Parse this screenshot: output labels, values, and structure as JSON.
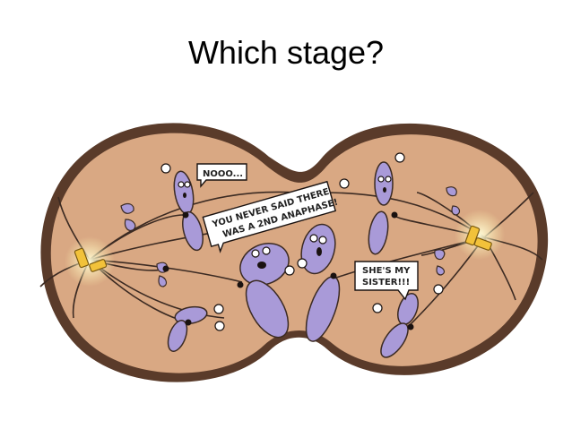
{
  "slide": {
    "title": "Which stage?"
  },
  "cartoon": {
    "subject": "cell in anaphase II with sister chromatids separating",
    "colors": {
      "cytoplasm": "#d9a883",
      "membrane": "#5a3b2a",
      "chromatid": "#a99ad8",
      "chromatid_dark": "#7c6cb8",
      "centriole": "#f2c23a",
      "glow": "#fff5b0",
      "spindle": "#3b2a22"
    },
    "speech_bubbles": [
      {
        "id": "nooo",
        "text": "NOOO..."
      },
      {
        "id": "second_anaphase_line1",
        "text": "YOU NEVER SAID THERE"
      },
      {
        "id": "second_anaphase_line2",
        "text": "WAS A 2ND ANAPHASE!"
      },
      {
        "id": "sister_line1",
        "text": "SHE'S MY"
      },
      {
        "id": "sister_line2",
        "text": "SISTER!!!"
      }
    ]
  }
}
